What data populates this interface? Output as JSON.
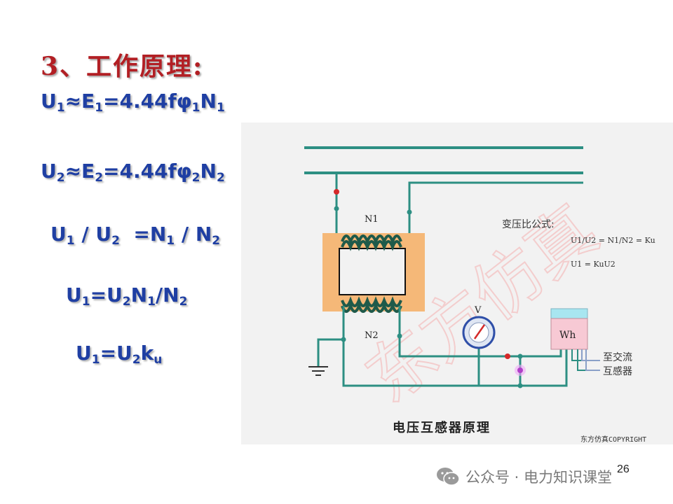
{
  "slide": {
    "title": "3、工作原理:",
    "page_number": "26",
    "formulas": [
      {
        "parts": [
          [
            "U",
            ""
          ],
          [
            "1",
            "sub"
          ],
          [
            "≈E",
            ""
          ],
          [
            "1",
            "sub"
          ],
          [
            "=4.44fφ",
            ""
          ],
          [
            "1",
            "sub"
          ],
          [
            "N",
            ""
          ],
          [
            "1",
            "sub"
          ]
        ]
      },
      {
        "parts": [
          [
            "U",
            ""
          ],
          [
            "2",
            "sub"
          ],
          [
            "≈E",
            ""
          ],
          [
            "2",
            "sub"
          ],
          [
            "=4.44fφ",
            ""
          ],
          [
            "2",
            "sub"
          ],
          [
            "N",
            ""
          ],
          [
            "2",
            "sub"
          ]
        ]
      },
      {
        "parts": [
          [
            "U",
            ""
          ],
          [
            "1",
            "sub"
          ],
          [
            " / U",
            ""
          ],
          [
            "2",
            "sub"
          ],
          [
            "  =N",
            ""
          ],
          [
            "1",
            "sub"
          ],
          [
            " / N",
            ""
          ],
          [
            "2",
            "sub"
          ]
        ]
      },
      {
        "parts": [
          [
            "U",
            ""
          ],
          [
            "1",
            "sub"
          ],
          [
            "=U",
            ""
          ],
          [
            "2",
            "sub"
          ],
          [
            "N",
            ""
          ],
          [
            "1",
            "sub"
          ],
          [
            "/N",
            ""
          ],
          [
            "2",
            "sub"
          ]
        ]
      },
      {
        "parts": [
          [
            "U",
            ""
          ],
          [
            "1",
            "sub"
          ],
          [
            "=U",
            ""
          ],
          [
            "2",
            "sub"
          ],
          [
            "k",
            ""
          ],
          [
            "u",
            "sub"
          ]
        ]
      }
    ]
  },
  "diagram": {
    "caption": "电压互感器原理",
    "copyright": "东方仿真COPYRIGHT",
    "coil_top_label": "N1",
    "coil_bottom_label": "N2",
    "voltmeter_label": "V",
    "meter_label": "Wh",
    "ratio_heading": "变压比公式:",
    "ratio_formula_1": "U1/U2 = N1/N2 = Ku",
    "ratio_formula_2": "U1 = KuU2",
    "side_label_line1": "至交流",
    "side_label_line2": "互感器",
    "watermark": "东方仿真",
    "colors": {
      "wire": "#2d8f83",
      "core": "#f5b878",
      "coil": "#1f5a4a",
      "watermark": "#f4caca",
      "meter_top": "#a8e6f0",
      "meter_body": "#f7c9d4"
    }
  },
  "footer": {
    "source": "公众号 · 电力知识课堂"
  }
}
